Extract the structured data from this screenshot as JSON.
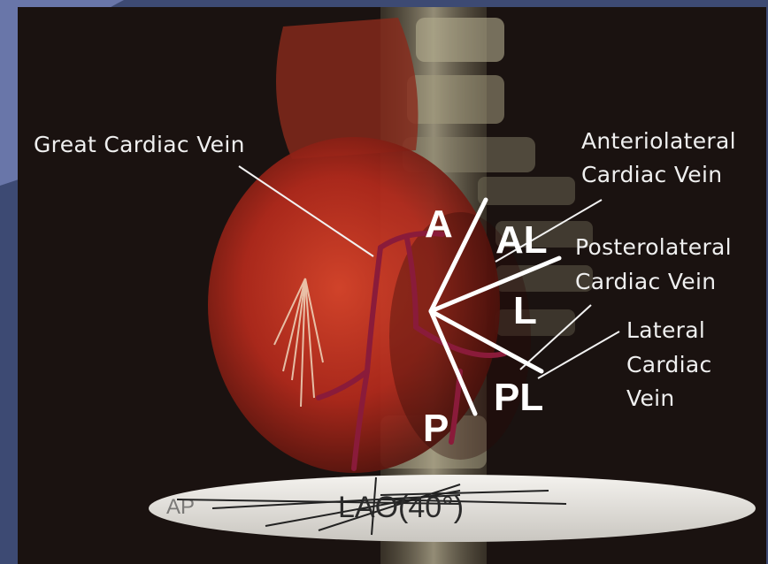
{
  "labels": {
    "great_cardiac_vein": "Great Cardiac Vein",
    "anterolateral": [
      "Anteriolateral",
      "Cardiac Vein"
    ],
    "posterolateral": [
      "Posterolateral",
      "Cardiac Vein"
    ],
    "lateral": [
      "Lateral",
      "Cardiac",
      "Vein"
    ]
  },
  "segments": {
    "a": "A",
    "al": "AL",
    "l": "L",
    "pl": "PL",
    "p": "P"
  },
  "base": {
    "ap": "AP",
    "lao": "LAO(40°)"
  },
  "colors": {
    "background": "#1a1210",
    "heart": "#b52a1c",
    "vein": "#8a1b3a",
    "spine": "#d9d2b0",
    "label_text": "#efefef",
    "segment_text": "#ffffff"
  }
}
